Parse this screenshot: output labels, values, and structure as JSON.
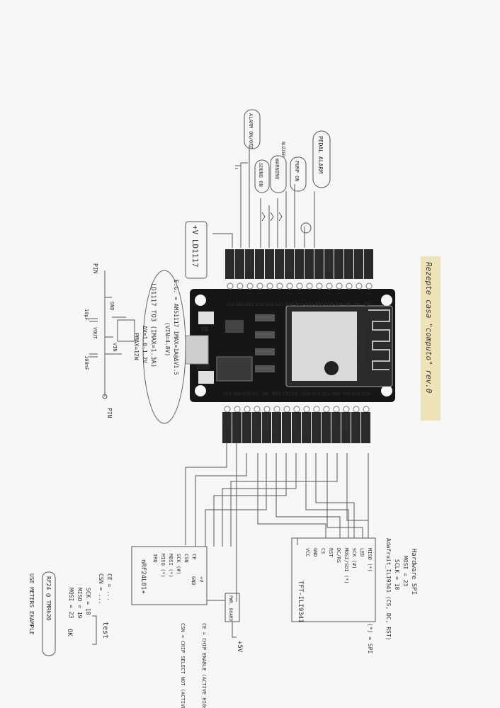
{
  "colors": {
    "paper": "#f6f6f4",
    "ink": "#3a3a3a",
    "board": "#161616",
    "label_bg": "#2a2a2a",
    "note_highlight": "#efe4b8"
  },
  "title": "Rezepte casa \"computo\" rev.0",
  "esp32": {
    "silk_top": [
      "VIN",
      "GND",
      "D13",
      "D12",
      "D14",
      "D27",
      "D26",
      "D25",
      "D33",
      "D32",
      "D35",
      "D34",
      "VN",
      "VP",
      "EN"
    ],
    "silk_bottom": [
      "3V3",
      "GND",
      "D15",
      "D2",
      "D4",
      "RX2",
      "TX2",
      "D5",
      "D18",
      "D19",
      "D21",
      "RX0",
      "TX0",
      "D22",
      "D23"
    ],
    "module_brand": "circuits4you",
    "en_button": "EN",
    "boot_button": "BOOT"
  },
  "gpio_top": [
    "VIN",
    "GND",
    "GPIO13",
    "GPIO12",
    "GPIO14",
    "GPIO27",
    "GPIO26",
    "GPIO25",
    "GPIO33",
    "GPIO32",
    "GPIO35",
    "GPIO34",
    "GPIO36",
    "GPIO39",
    ""
  ],
  "gpio_bottom": [
    "3.3V",
    "GND",
    "GPIO15",
    "GPIO2",
    "GPIO4",
    "GPIO16",
    "GPIO17",
    "GPIO5",
    "GPIO18",
    "GPIO19",
    "GPIO21",
    "GPIO3",
    "GPIO1",
    "GPIO22",
    "GPIO23"
  ],
  "bubbles": {
    "alarm_on_off": "ALARM ON/OFF",
    "pump_on": "PUMP ON",
    "sound_on": "SOUND ON",
    "warning": "WARNING",
    "buzzer": "BUZZER",
    "pedal_alarm": "PEDAL ALARM",
    "regulator": "+V LD1117"
  },
  "regulator_note": {
    "l1": "LD1117 TO3 (IMAX=1.3A)",
    "l2": "ΔV=1.0-1.2V",
    "l3": "PMAX=12W",
    "l4": "E.G. = AMS1117 IMAX=1A@ΔV1.5",
    "l5": "(VIN=4.8V)"
  },
  "circuit": {
    "pin_top": "PIN",
    "pin_bottom": "PIN",
    "gnd": "GND",
    "vin": "VIN",
    "vout": "VOUT",
    "cap1": "10μF",
    "cap2": "100nF"
  },
  "nrf": {
    "title": "nRF24L01+",
    "pins": [
      "CE",
      "CSN",
      "SCK (#)",
      "MOSI (*)",
      "MISO (*)",
      "IRQ",
      "+V",
      "GND"
    ],
    "pwr_board": "PWR. BOARD",
    "supply": "+5V"
  },
  "tft": {
    "title": "TFT-ILI9341",
    "pins": [
      "MISO (*)",
      "LED",
      "SCK (#)",
      "MOSI/SDI (*)",
      "DC/RS",
      "RST",
      "CS",
      "GND",
      "VCC"
    ]
  },
  "notes": {
    "hw_spi": "Hardware SPI",
    "mosi": "MOSI = 23",
    "sclk": "SCLK = 18",
    "adafruit": "Adafruit_ILI9341 (CS, DC, RST)",
    "spi_key": "(*) = SPI",
    "ce_def": "CE = CHIP ENABLE (ACTIVE HIGH)",
    "csn_def": "CSN = CHIP SELECT NOT (ACTIVE LOW)",
    "test_ce": "CE = ...",
    "test_csn": "CSN = ...",
    "test_sck": "SCK = 18",
    "test_miso": "MISO = 19",
    "test_mosi": "MOSI = 23",
    "ok": "OK",
    "test": "test",
    "example": "RF24 @ TMRh20",
    "example2": "USE METERS EXAMPLE"
  }
}
